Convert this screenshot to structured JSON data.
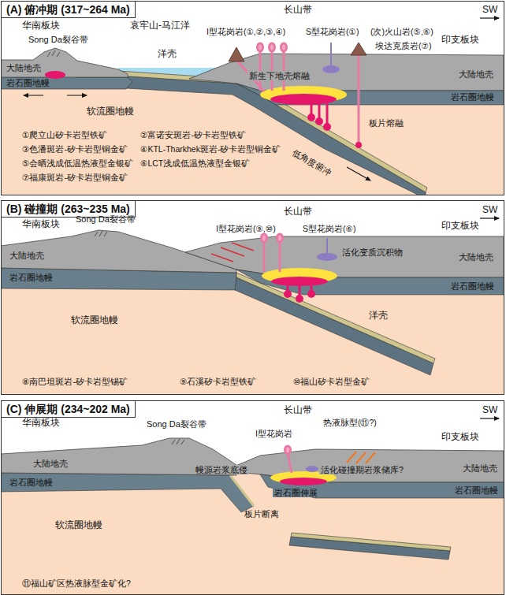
{
  "diagram": {
    "nodes": [
      {
        "text": [
          "(A) 俯冲期 (317~264 Ma)"
        ]
      },
      {
        "text": [
          "(B) 碰撞期 (263~235 Ma)"
        ]
      },
      {
        "text": [
          "(C) 伸展期 (234~202 Ma)"
        ]
      }
    ],
    "labels": [
      "SW",
      "华南板块",
      "哀牢山-马江洋",
      "长山带",
      "印支板块",
      "Song Da裂谷带",
      "洋壳",
      "I型花岗岩(①,②,③,④)",
      "S型花岗岩(①)",
      "(次)火山岩(⑤,⑥)",
      "埃达克质岩(⑦)",
      "大陆地壳",
      "岩石圈地幔",
      "新生下地壳熔融",
      "大陆地壳",
      "岩石圈地幔",
      "软流圈地幔",
      "板片熔融",
      "低角度俯冲",
      "①爬立山矽卡岩型铁矿",
      "②富诺安斑岩-矽卡岩型铁矿",
      "③色潘斑岩-矽卡岩型铜金矿",
      "④KTL-Tharkhek斑岩-矽卡岩型铜金矿",
      "⑤会晒浅成低温热液型金银矿",
      "⑥LCT浅成低温热液型金银矿",
      "⑦福康斑岩-矽卡岩型铜金矿",
      "SW",
      "华南板块",
      "Song Da裂谷带",
      "长山带",
      "I型花岗岩(⑨,⑩)",
      "S型花岗岩(⑥)",
      "印支板块",
      "活化变质沉积物",
      "大陆地壳",
      "岩石圈地幔",
      "大陆地壳",
      "岩石圈地幔",
      "软流圈地幔",
      "洋壳",
      "⑧南巴坦斑岩-矽卡岩型锡矿",
      "⑨石溪矽卡岩型铁矿",
      "⑩福山矽卡岩型金矿",
      "SW",
      "华南板块",
      "长山带",
      "I型花岗岩",
      "热液脉型(⑪?)",
      "印支板块",
      "Song Da裂谷带",
      "大陆地壳",
      "岩石圈地幔",
      "幔源岩浆底侵",
      "活化碰撞期岩浆储库?",
      "岩石圈伸展",
      "大陆地壳",
      "岩石圈地幔",
      "软流圈地幔",
      "板片断离",
      "⑪福山矿区热液脉型金矿化?"
    ]
  }
}
